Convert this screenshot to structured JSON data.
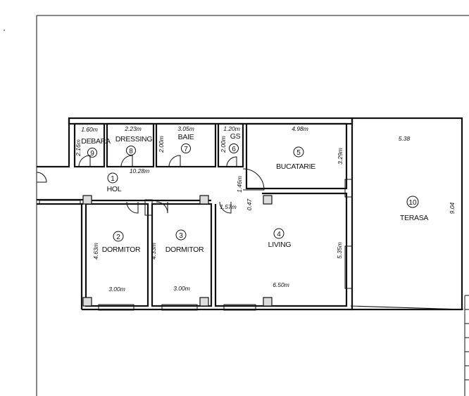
{
  "plan": {
    "rooms": [
      {
        "number": "1",
        "name": "HOL",
        "dimensions": [
          "10.28m",
          "1.46m",
          "1.57m",
          "0.47"
        ]
      },
      {
        "number": "2",
        "name": "DORMITOR",
        "dimensions": [
          "3.00m",
          "4.63m"
        ]
      },
      {
        "number": "3",
        "name": "DORMITOR",
        "dimensions": [
          "3.00m",
          "4.33m"
        ]
      },
      {
        "number": "4",
        "name": "LIVING",
        "dimensions": [
          "6.50m",
          "5.35m"
        ]
      },
      {
        "number": "5",
        "name": "BUCATARIE",
        "dimensions": [
          "4.98m",
          "3.29m"
        ]
      },
      {
        "number": "6",
        "name": "GS",
        "dimensions": [
          "1.20m",
          "2.00m"
        ]
      },
      {
        "number": "7",
        "name": "BAIE",
        "dimensions": [
          "3.05m",
          "2.00m"
        ]
      },
      {
        "number": "8",
        "name": "DRESSING",
        "dimensions": [
          "2.23m"
        ]
      },
      {
        "number": "9",
        "name": "DEBARA",
        "dimensions": [
          "1.60m",
          "2.16m"
        ]
      },
      {
        "number": "10",
        "name": "TERASA",
        "dimensions": [
          "5.38",
          "9.04"
        ]
      }
    ]
  }
}
